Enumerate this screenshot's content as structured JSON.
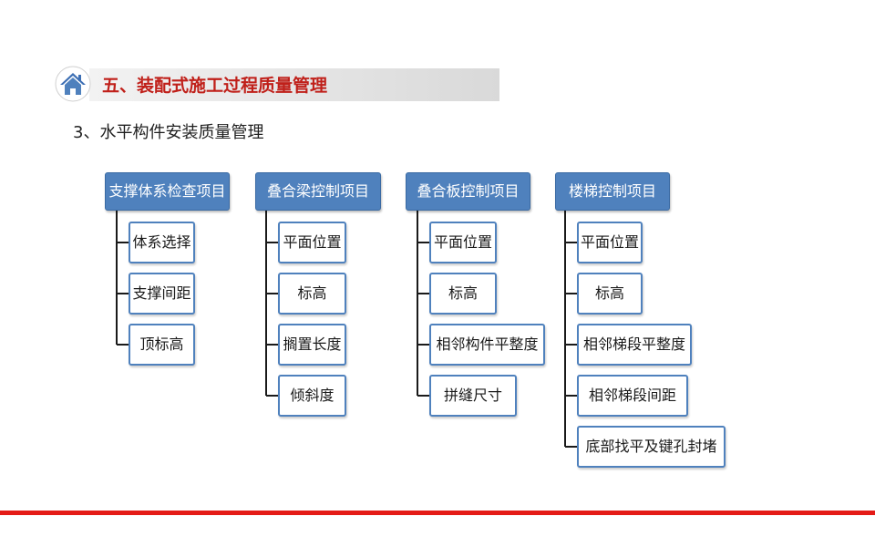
{
  "section_title": "五、装配式施工过程质量管理",
  "subtitle": "3、水平构件安装质量管理",
  "colors": {
    "accent_red": "#c0201a",
    "box_blue": "#4f81bd",
    "footer_red": "#e41b17"
  },
  "icon": "home-icon",
  "groups": [
    {
      "heading": "支撑体系检查项目",
      "items": [
        "体系选择",
        "支撑间距",
        "顶标高"
      ]
    },
    {
      "heading": "叠合梁控制项目",
      "items": [
        "平面位置",
        "标高",
        "搁置长度",
        "倾斜度"
      ]
    },
    {
      "heading": "叠合板控制项目",
      "items": [
        "平面位置",
        "标高",
        "相邻构件平整度",
        "拼缝尺寸"
      ]
    },
    {
      "heading": "楼梯控制项目",
      "items": [
        "平面位置",
        "标高",
        "相邻梯段平整度",
        "相邻梯段间距",
        "底部找平及键孔封堵"
      ]
    }
  ]
}
